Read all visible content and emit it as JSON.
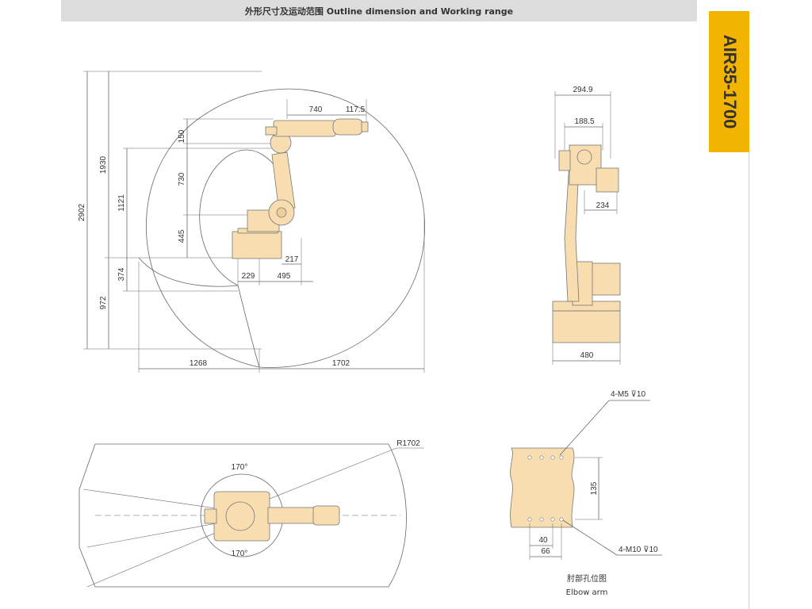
{
  "header": {
    "title": "外形尺寸及运动范围 Outline dimension and Working range"
  },
  "side_tab": {
    "model": "AIR35-1700"
  },
  "side_view": {
    "dims": {
      "d2902": "2902",
      "d1930": "1930",
      "d1121": "1121",
      "d374": "374",
      "d972": "972",
      "d150": "150",
      "d730": "730",
      "d445": "445",
      "d740": "740",
      "d117_5": "117.5",
      "d217": "217",
      "d229": "229",
      "d495": "495",
      "d1268": "1268",
      "d1702": "1702"
    }
  },
  "front_view": {
    "dims": {
      "d294_9": "294.9",
      "d188_5": "188.5",
      "d234": "234",
      "d480": "480"
    }
  },
  "top_view": {
    "dims": {
      "r1702": "R1702",
      "angle_top": "170°",
      "angle_bottom": "170°"
    }
  },
  "elbow_view": {
    "dims": {
      "m5": "4-M5 ⊽10",
      "m10": "4-M10 ⊽10",
      "d135": "135",
      "d40": "40",
      "d66": "66"
    },
    "caption_cn": "肘部孔位图",
    "caption_en": "Elbow arm"
  },
  "colors": {
    "robot": "#f7ddb0",
    "outline": "#666666",
    "tab": "#f2b400",
    "header_bg": "#dcdcdc"
  }
}
